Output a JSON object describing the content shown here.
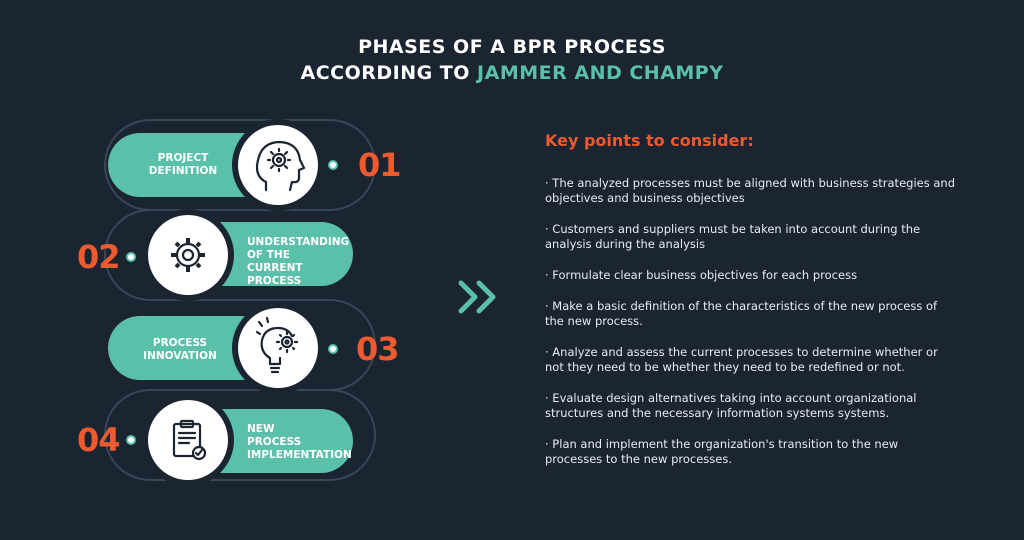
{
  "header": {
    "title_line1": "PHASES OF A BPR PROCESS",
    "title_line2_prefix": "ACCORDING TO ",
    "title_line2_accent": "JAMMER AND CHAMPY"
  },
  "phases": [
    {
      "number": "01",
      "label_lines": [
        "PROJECT",
        "DEFINITION"
      ],
      "icon": "head-gear-icon"
    },
    {
      "number": "02",
      "label_lines": [
        "UNDERSTANDING",
        "OF THE CURRENT",
        "PROCESS"
      ],
      "icon": "gear-icon"
    },
    {
      "number": "03",
      "label_lines": [
        "PROCESS",
        "INNOVATION"
      ],
      "icon": "lightbulb-gear-icon"
    },
    {
      "number": "04",
      "label_lines": [
        "NEW",
        "PROCESS",
        "IMPLEMENTATION"
      ],
      "icon": "clipboard-check-icon"
    }
  ],
  "colors": {
    "background": "#1b2431",
    "teal": "#5bc0aa",
    "orange": "#ee5a2f"
  },
  "key_points": {
    "title": "Key points to consider:",
    "items": [
      "· The analyzed processes must be aligned with business strategies and objectives and business objectives",
      "· Customers and suppliers must be taken into account during the analysis during the analysis",
      "· Formulate clear business objectives for each process",
      "· Make a basic definition of the characteristics of the new process of the new process.",
      "· Analyze and assess the current processes to determine whether or not they need to be whether they need to be redefined or not.",
      "· Evaluate design alternatives taking into account organizational structures and the necessary information systems systems.",
      "· Plan and implement the organization's transition to the new processes to the new processes."
    ]
  },
  "chevron_icon": "double-chevron-right-icon"
}
